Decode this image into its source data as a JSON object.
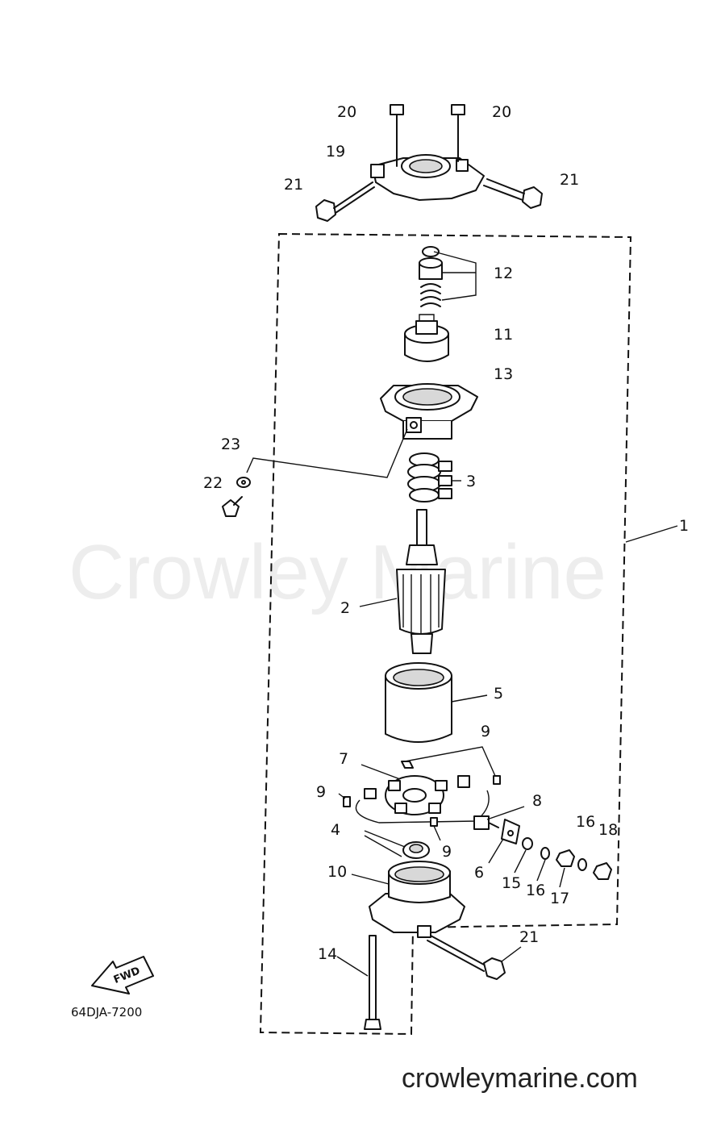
{
  "watermark": "Crowley Marine",
  "site": "crowleymarine.com",
  "diagram_code": "64DJA-7200",
  "fwd_label": "FWD",
  "callouts": {
    "c20a": "20",
    "c20b": "20",
    "c19": "19",
    "c21a": "21",
    "c21b": "21",
    "c12": "12",
    "c11": "11",
    "c13": "13",
    "c23": "23",
    "c22": "22",
    "c3": "3",
    "c1": "1",
    "c2": "2",
    "c5": "5",
    "c9a": "9",
    "c7": "7",
    "c9b": "9",
    "c8": "8",
    "c16a": "16",
    "c18": "18",
    "c4": "4",
    "c9c": "9",
    "c6": "6",
    "c15": "15",
    "c16b": "16",
    "c17": "17",
    "c10": "10",
    "c21c": "21",
    "c14": "14"
  }
}
